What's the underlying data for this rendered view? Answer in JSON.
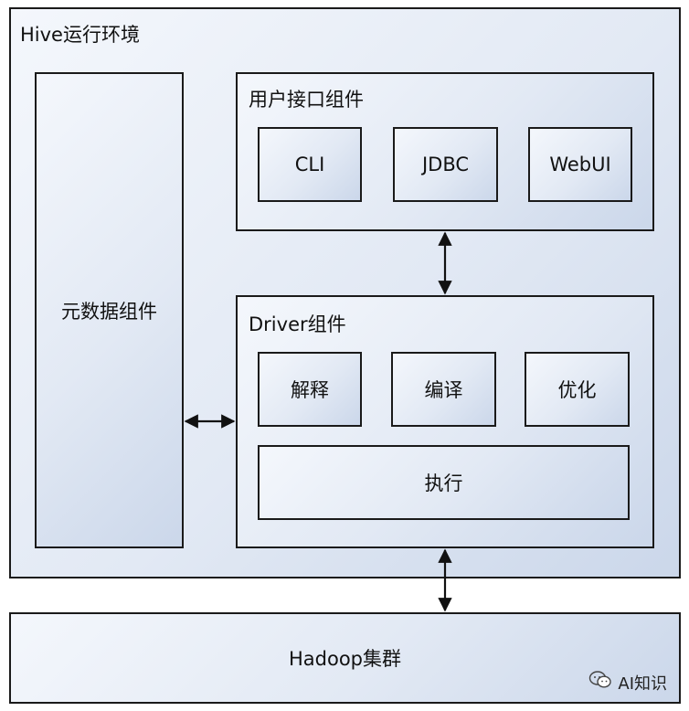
{
  "hive_env": {
    "title": "Hive运行环境"
  },
  "metadata": {
    "label": "元数据组件"
  },
  "ui_group": {
    "title": "用户接口组件",
    "items": [
      "CLI",
      "JDBC",
      "WebUI"
    ]
  },
  "driver_group": {
    "title": "Driver组件",
    "items": [
      "解释",
      "编译",
      "优化"
    ],
    "exec": "执行"
  },
  "hadoop": {
    "label": "Hadoop集群"
  },
  "watermark": {
    "text": "AI知识",
    "icon": "wechat-icon"
  }
}
